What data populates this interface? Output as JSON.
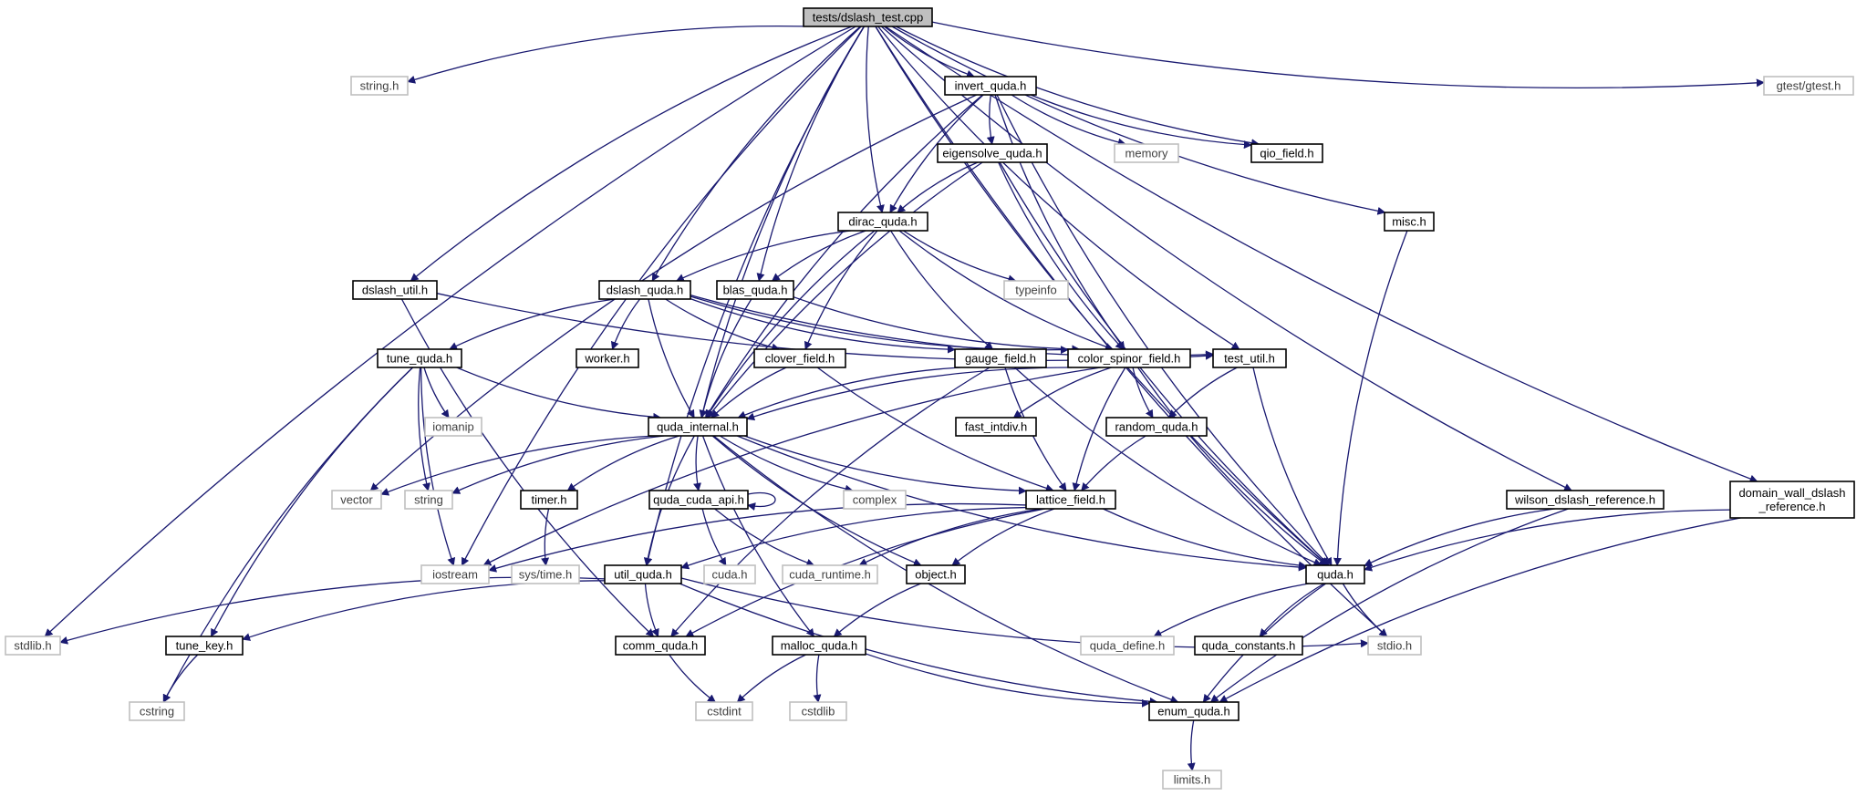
{
  "diagram": {
    "type": "include-dependency-graph",
    "colors": {
      "edge": "#191970",
      "root_fill": "#bfbfbf",
      "node_border": "#000000",
      "system_header_border": "#bfbfbf",
      "incomplete_node_border": "#ff0000"
    },
    "nodes": {
      "dslash_test": {
        "label": "tests/dslash_test.cpp",
        "kind": "root"
      },
      "string_h": {
        "label": "string.h",
        "kind": "system"
      },
      "invert_quda": {
        "label": "invert_quda.h",
        "kind": "header"
      },
      "gtest": {
        "label": "gtest/gtest.h",
        "kind": "system"
      },
      "eigensolve_quda": {
        "label": "eigensolve_quda.h",
        "kind": "header"
      },
      "memory": {
        "label": "memory",
        "kind": "system"
      },
      "qio_field": {
        "label": "qio_field.h",
        "kind": "header"
      },
      "misc": {
        "label": "misc.h",
        "kind": "header"
      },
      "dirac_quda": {
        "label": "dirac_quda.h",
        "kind": "header"
      },
      "dslash_util": {
        "label": "dslash_util.h",
        "kind": "header"
      },
      "dslash_quda": {
        "label": "dslash_quda.h",
        "kind": "header"
      },
      "blas_quda": {
        "label": "blas_quda.h",
        "kind": "header"
      },
      "typeinfo": {
        "label": "typeinfo",
        "kind": "system"
      },
      "tune_quda": {
        "label": "tune_quda.h",
        "kind": "incomplete"
      },
      "worker": {
        "label": "worker.h",
        "kind": "header"
      },
      "clover_field": {
        "label": "clover_field.h",
        "kind": "header"
      },
      "gauge_field": {
        "label": "gauge_field.h",
        "kind": "header"
      },
      "color_spinor_field": {
        "label": "color_spinor_field.h",
        "kind": "header"
      },
      "test_util": {
        "label": "test_util.h",
        "kind": "header"
      },
      "iomanip": {
        "label": "iomanip",
        "kind": "system"
      },
      "quda_internal": {
        "label": "quda_internal.h",
        "kind": "header"
      },
      "fast_intdiv": {
        "label": "fast_intdiv.h",
        "kind": "header"
      },
      "random_quda": {
        "label": "random_quda.h",
        "kind": "incomplete"
      },
      "vector": {
        "label": "vector",
        "kind": "system"
      },
      "string": {
        "label": "string",
        "kind": "system"
      },
      "timer": {
        "label": "timer.h",
        "kind": "header"
      },
      "quda_cuda_api": {
        "label": "quda_cuda_api.h",
        "kind": "header"
      },
      "complex": {
        "label": "complex",
        "kind": "system"
      },
      "lattice_field": {
        "label": "lattice_field.h",
        "kind": "incomplete"
      },
      "wilson_dslash_reference": {
        "label": "wilson_dslash_reference.h",
        "kind": "header"
      },
      "domain_wall_dslash_reference": {
        "label": "domain_wall_dslash\n_reference.h",
        "kind": "header"
      },
      "iostream": {
        "label": "iostream",
        "kind": "system"
      },
      "sys_time": {
        "label": "sys/time.h",
        "kind": "system"
      },
      "util_quda": {
        "label": "util_quda.h",
        "kind": "header"
      },
      "cuda_h": {
        "label": "cuda.h",
        "kind": "system"
      },
      "cuda_runtime": {
        "label": "cuda_runtime.h",
        "kind": "system"
      },
      "object": {
        "label": "object.h",
        "kind": "header"
      },
      "quda_h": {
        "label": "quda.h",
        "kind": "header"
      },
      "stdlib": {
        "label": "stdlib.h",
        "kind": "system"
      },
      "tune_key": {
        "label": "tune_key.h",
        "kind": "header"
      },
      "comm_quda": {
        "label": "comm_quda.h",
        "kind": "header"
      },
      "malloc_quda": {
        "label": "malloc_quda.h",
        "kind": "header"
      },
      "quda_define": {
        "label": "quda_define.h",
        "kind": "system"
      },
      "quda_constants": {
        "label": "quda_constants.h",
        "kind": "header"
      },
      "stdio": {
        "label": "stdio.h",
        "kind": "system"
      },
      "cstring": {
        "label": "cstring",
        "kind": "system"
      },
      "cstdint": {
        "label": "cstdint",
        "kind": "system"
      },
      "cstdlib": {
        "label": "cstdlib",
        "kind": "system"
      },
      "enum_quda": {
        "label": "enum_quda.h",
        "kind": "header"
      },
      "limits": {
        "label": "limits.h",
        "kind": "system"
      }
    },
    "edges": [
      [
        "dslash_test",
        "string_h"
      ],
      [
        "dslash_test",
        "invert_quda"
      ],
      [
        "dslash_test",
        "gtest"
      ],
      [
        "dslash_test",
        "stdlib"
      ],
      [
        "dslash_test",
        "iostream"
      ],
      [
        "dslash_test",
        "quda_internal"
      ],
      [
        "dslash_test",
        "dslash_util"
      ],
      [
        "dslash_test",
        "util_quda"
      ],
      [
        "dslash_test",
        "dslash_quda"
      ],
      [
        "dslash_test",
        "blas_quda"
      ],
      [
        "dslash_test",
        "dirac_quda"
      ],
      [
        "dslash_test",
        "qio_field"
      ],
      [
        "dslash_test",
        "test_util"
      ],
      [
        "dslash_test",
        "misc"
      ],
      [
        "dslash_test",
        "quda_h"
      ],
      [
        "dslash_test",
        "wilson_dslash_reference"
      ],
      [
        "dslash_test",
        "stdio"
      ],
      [
        "dslash_test",
        "domain_wall_dslash_reference"
      ],
      [
        "invert_quda",
        "eigensolve_quda"
      ],
      [
        "invert_quda",
        "memory"
      ],
      [
        "invert_quda",
        "qio_field"
      ],
      [
        "invert_quda",
        "dirac_quda"
      ],
      [
        "invert_quda",
        "color_spinor_field"
      ],
      [
        "invert_quda",
        "quda_h"
      ],
      [
        "invert_quda",
        "vector"
      ],
      [
        "invert_quda",
        "quda_internal"
      ],
      [
        "eigensolve_quda",
        "dirac_quda"
      ],
      [
        "eigensolve_quda",
        "color_spinor_field"
      ],
      [
        "eigensolve_quda",
        "quda_internal"
      ],
      [
        "eigensolve_quda",
        "quda_h"
      ],
      [
        "misc",
        "quda_h"
      ],
      [
        "dirac_quda",
        "typeinfo"
      ],
      [
        "dirac_quda",
        "dslash_quda"
      ],
      [
        "dirac_quda",
        "blas_quda"
      ],
      [
        "dirac_quda",
        "clover_field"
      ],
      [
        "dirac_quda",
        "gauge_field"
      ],
      [
        "dirac_quda",
        "color_spinor_field"
      ],
      [
        "dirac_quda",
        "quda_internal"
      ],
      [
        "dslash_util",
        "test_util"
      ],
      [
        "dslash_util",
        "comm_quda"
      ],
      [
        "dslash_quda",
        "tune_quda"
      ],
      [
        "dslash_quda",
        "worker"
      ],
      [
        "dslash_quda",
        "quda_internal"
      ],
      [
        "dslash_quda",
        "clover_field"
      ],
      [
        "dslash_quda",
        "gauge_field"
      ],
      [
        "dslash_quda",
        "color_spinor_field"
      ],
      [
        "dslash_quda",
        "test_util"
      ],
      [
        "blas_quda",
        "quda_internal"
      ],
      [
        "blas_quda",
        "color_spinor_field"
      ],
      [
        "tune_quda",
        "quda_internal"
      ],
      [
        "tune_quda",
        "iomanip"
      ],
      [
        "tune_quda",
        "string"
      ],
      [
        "tune_quda",
        "iostream"
      ],
      [
        "tune_quda",
        "cstring"
      ],
      [
        "tune_quda",
        "tune_key"
      ],
      [
        "clover_field",
        "quda_internal"
      ],
      [
        "clover_field",
        "lattice_field"
      ],
      [
        "gauge_field",
        "quda_internal"
      ],
      [
        "gauge_field",
        "lattice_field"
      ],
      [
        "gauge_field",
        "quda_h"
      ],
      [
        "gauge_field",
        "comm_quda"
      ],
      [
        "color_spinor_field",
        "quda_internal"
      ],
      [
        "color_spinor_field",
        "fast_intdiv"
      ],
      [
        "color_spinor_field",
        "random_quda"
      ],
      [
        "color_spinor_field",
        "lattice_field"
      ],
      [
        "color_spinor_field",
        "quda_h"
      ],
      [
        "color_spinor_field",
        "iostream"
      ],
      [
        "test_util",
        "random_quda"
      ],
      [
        "test_util",
        "quda_h"
      ],
      [
        "random_quda",
        "lattice_field"
      ],
      [
        "quda_internal",
        "vector"
      ],
      [
        "quda_internal",
        "string"
      ],
      [
        "quda_internal",
        "timer"
      ],
      [
        "quda_internal",
        "quda_cuda_api"
      ],
      [
        "quda_internal",
        "complex"
      ],
      [
        "quda_internal",
        "lattice_field"
      ],
      [
        "quda_internal",
        "util_quda"
      ],
      [
        "quda_internal",
        "object"
      ],
      [
        "quda_internal",
        "malloc_quda"
      ],
      [
        "quda_internal",
        "enum_quda"
      ],
      [
        "quda_internal",
        "quda_h"
      ],
      [
        "timer",
        "sys_time"
      ],
      [
        "quda_cuda_api",
        "quda_cuda_api"
      ],
      [
        "quda_cuda_api",
        "cuda_h"
      ],
      [
        "quda_cuda_api",
        "cuda_runtime"
      ],
      [
        "lattice_field",
        "iostream"
      ],
      [
        "lattice_field",
        "util_quda"
      ],
      [
        "lattice_field",
        "cuda_runtime"
      ],
      [
        "lattice_field",
        "object"
      ],
      [
        "lattice_field",
        "comm_quda"
      ],
      [
        "lattice_field",
        "quda_h"
      ],
      [
        "util_quda",
        "stdlib"
      ],
      [
        "util_quda",
        "tune_key"
      ],
      [
        "util_quda",
        "comm_quda"
      ],
      [
        "util_quda",
        "stdio"
      ],
      [
        "util_quda",
        "enum_quda"
      ],
      [
        "object",
        "malloc_quda"
      ],
      [
        "quda_h",
        "quda_define"
      ],
      [
        "quda_h",
        "quda_constants"
      ],
      [
        "quda_h",
        "stdio"
      ],
      [
        "quda_h",
        "enum_quda"
      ],
      [
        "wilson_dslash_reference",
        "quda_h"
      ],
      [
        "wilson_dslash_reference",
        "enum_quda"
      ],
      [
        "domain_wall_dslash_reference",
        "quda_h"
      ],
      [
        "domain_wall_dslash_reference",
        "enum_quda"
      ],
      [
        "tune_key",
        "cstring"
      ],
      [
        "comm_quda",
        "cstdint"
      ],
      [
        "malloc_quda",
        "cstdint"
      ],
      [
        "malloc_quda",
        "cstdlib"
      ],
      [
        "malloc_quda",
        "enum_quda"
      ],
      [
        "enum_quda",
        "limits"
      ]
    ]
  }
}
